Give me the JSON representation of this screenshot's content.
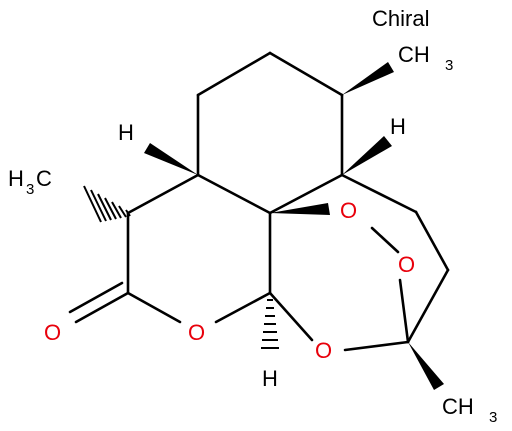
{
  "molecule": {
    "chirality_label": "Chiral",
    "colors": {
      "carbon_bond": "#000000",
      "oxygen": "#e8000b",
      "hydrogen": "#000000",
      "background": "#ffffff"
    },
    "labels": {
      "methyl_top_main": "CH",
      "methyl_top_sub": "3",
      "methyl_left_main": "H",
      "methyl_left_sub": "3",
      "methyl_left_tail": "C",
      "methyl_bottom_main": "CH",
      "methyl_bottom_sub": "3",
      "h_upper_left": "H",
      "h_upper_right": "H",
      "h_lower": "H",
      "o_carbonyl": "O",
      "o_ring_lactone": "O",
      "o_ring_acetal": "O",
      "o_peroxide_upper": "O",
      "o_peroxide_lower": "O"
    }
  }
}
